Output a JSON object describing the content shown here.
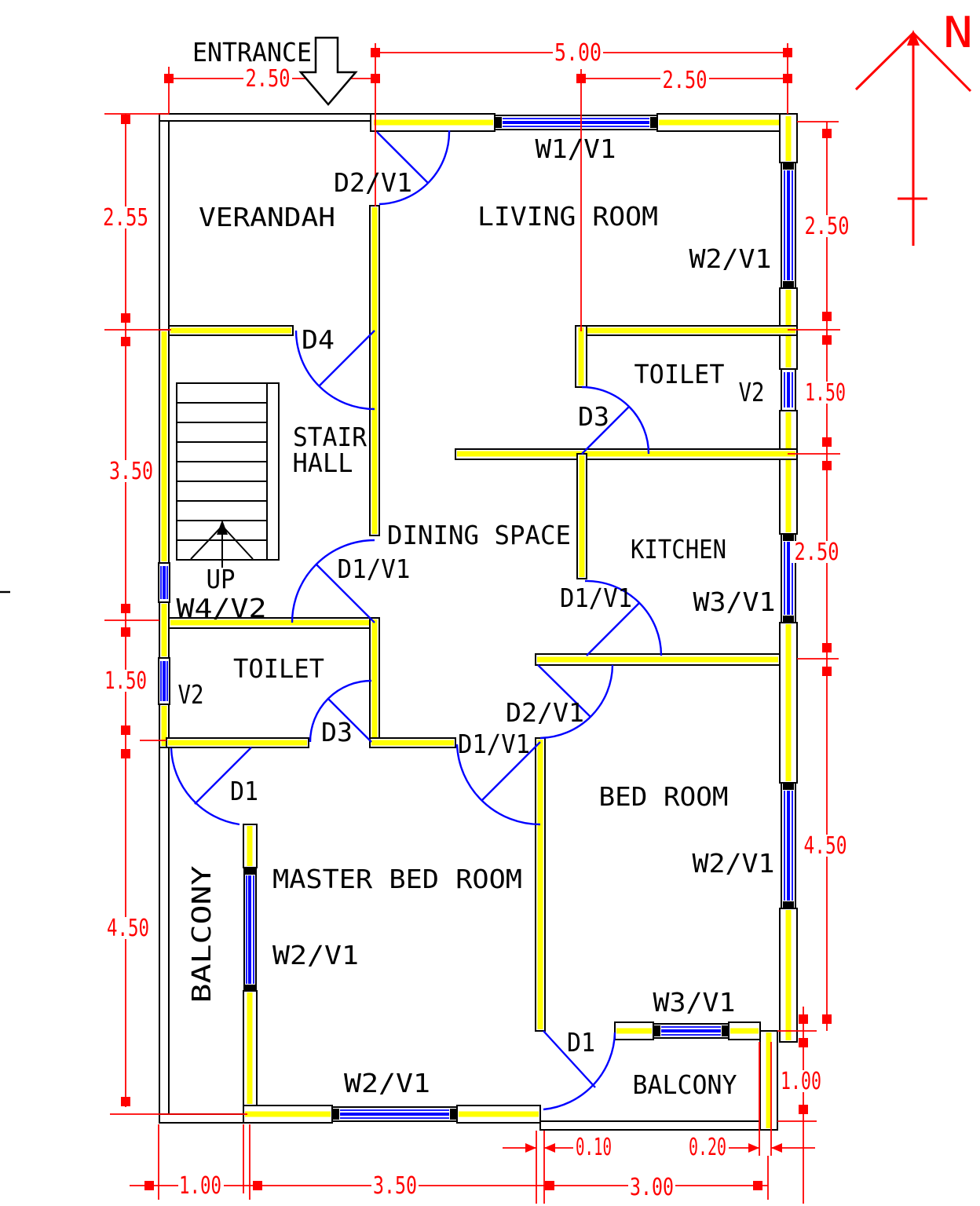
{
  "title": "House Floor Plan",
  "colors": {
    "wall_outline": "#000000",
    "wall_fill": "#ffff00",
    "window": "#0000ff",
    "door": "#0000ff",
    "dimension": "#ff0000",
    "text": "#000000",
    "background": "#ffffff"
  },
  "labels": {
    "entrance": "ENTRANCE",
    "north": "N",
    "up": "UP",
    "verandah": "VERANDAH",
    "living_room": "LIVING ROOM",
    "stair_line1": "STAIR",
    "stair_line2": "HALL",
    "dining_space": "DINING SPACE",
    "kitchen": "KITCHEN",
    "toilet_top": "TOILET",
    "toilet_left": "TOILET",
    "bed_room": "BED ROOM",
    "master_bed_room": "MASTER BED ROOM",
    "balcony_left": "BALCONY",
    "balcony_right": "BALCONY",
    "w1v1": "W1/V1",
    "w2v1_living": "W2/V1",
    "w2v1_bed": "W2/V1",
    "w2v1_master_west": "W2/V1",
    "w2v1_master_south": "W2/V1",
    "w3v1_kitchen": "W3/V1",
    "w3v1_balcony": "W3/V1",
    "w4v2": "W4/V2",
    "v2_right": "V2",
    "v2_left": "V2",
    "d1_master": "D1",
    "d1_balcony": "D1",
    "d2v1_top": "D2/V1",
    "d2v1_bed": "D2/V1",
    "d3_top": "D3",
    "d3_left": "D3",
    "d4": "D4",
    "d1v1_stair": "D1/V1",
    "d1v1_kitchen": "D1/V1",
    "d1v1_master": "D1/V1"
  },
  "dimensions": {
    "top_left": "2.50",
    "top_total": "5.00",
    "top_right": "2.50",
    "left_a": "2.55",
    "left_b": "3.50",
    "left_c": "1.50",
    "left_d": "4.50",
    "right_a": "2.50",
    "right_b": "1.50",
    "right_c": "2.50",
    "right_d": "4.50",
    "right_e": "1.00",
    "bottom_a": "1.00",
    "bottom_b": "3.50",
    "bottom_c": "3.00",
    "thickness_a": "0.10",
    "thickness_b": "0.20"
  }
}
